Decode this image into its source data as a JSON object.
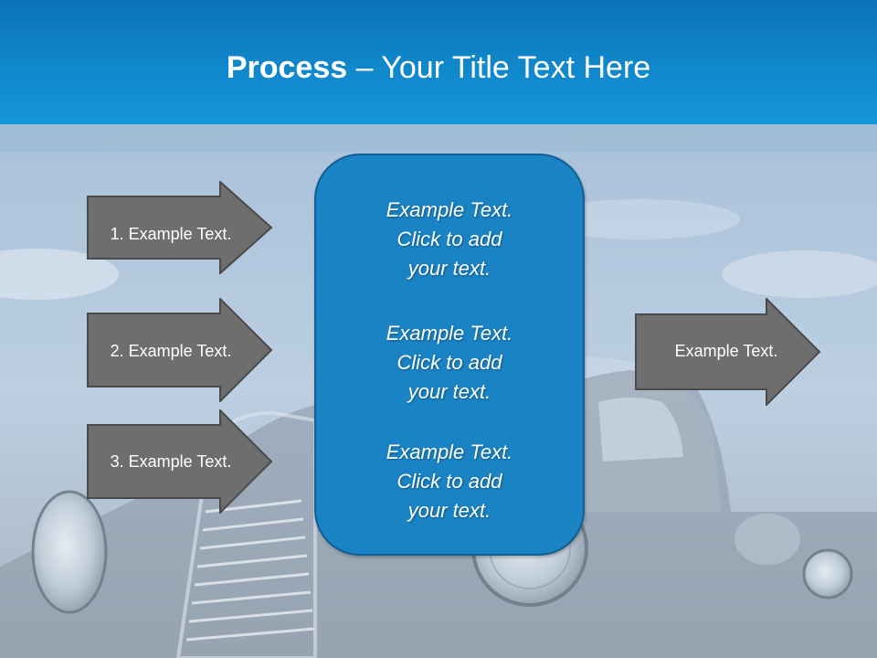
{
  "slide": {
    "title_bold": "Process",
    "title_rest": " – Your Title Text Here",
    "left_arrows": [
      {
        "label": "1. Example Text."
      },
      {
        "label": "2. Example Text."
      },
      {
        "label": "3. Example Text."
      }
    ],
    "center_box": {
      "blocks": [
        {
          "line1": "Example Text.",
          "line2": "Click  to add",
          "line3": "your text."
        },
        {
          "line1": "Example Text.",
          "line2": "Click  to add",
          "line3": "your text."
        },
        {
          "line1": "Example Text.",
          "line2": "Click  to add",
          "line3": "your text."
        }
      ]
    },
    "right_arrow": {
      "label": "Example Text."
    }
  },
  "colors": {
    "header": "#1088cb",
    "center_box": "#1a83c4",
    "arrow_fill": "#6e6e6e",
    "arrow_border": "#4a4a4a"
  }
}
